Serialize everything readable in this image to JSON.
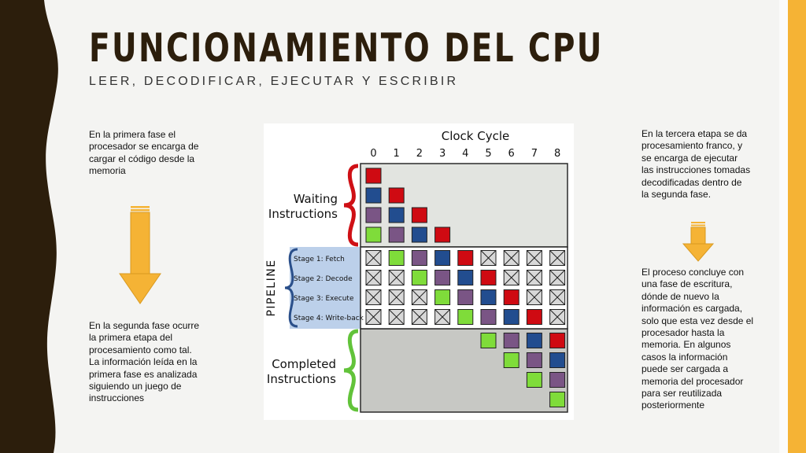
{
  "title": "FUNCIONAMIENTO DEL CPU",
  "subtitle": "LEER, DECODIFICAR, EJECUTAR Y ESCRIBIR",
  "paragraphs": {
    "fetch": "En la primera fase el procesador se encarga de cargar el código desde la memoria",
    "decode": "En la segunda fase ocurre la primera etapa del procesamiento como tal. La información leída en la primera fase es analizada siguiendo un juego de instrucciones",
    "execute": "En la tercera etapa se da procesamiento franco, y se encarga de ejecutar las instrucciones tomadas decodificadas dentro de la segunda fase.",
    "writeback": "El proceso concluye con una fase de escritura, dónde de nuevo la información es cargada, solo que esta vez desde el procesador hasta la memoria. En algunos casos la información puede ser cargada a memoria del procesador para ser reutilizada posteriormente"
  },
  "diagram": {
    "clock_label": "Clock Cycle",
    "cycles": [
      "0",
      "1",
      "2",
      "3",
      "4",
      "5",
      "6",
      "7",
      "8"
    ],
    "waiting_label": [
      "Waiting",
      "Instructions"
    ],
    "pipeline_label": "PIPELINE",
    "completed_label": [
      "Completed",
      "Instructions"
    ],
    "stages": [
      "Stage 1: Fetch",
      "Stage 2: Decode",
      "Stage 3: Execute",
      "Stage 4: Write-back"
    ],
    "instruction_colors": [
      "#cf0a12",
      "#224d8f",
      "#7a5585",
      "#7fdc3a"
    ],
    "colors": {
      "waiting_bg": "#e2e4e0",
      "completed_bg": "#c7c8c4",
      "stage_label_bg": "#bcd0ea",
      "waiting_brace": "#cf1015",
      "pipeline_brace": "#2a4f8a",
      "completed_brace": "#62c33a",
      "arrow": "#f5b335",
      "brown": "#2c1e0c"
    }
  }
}
